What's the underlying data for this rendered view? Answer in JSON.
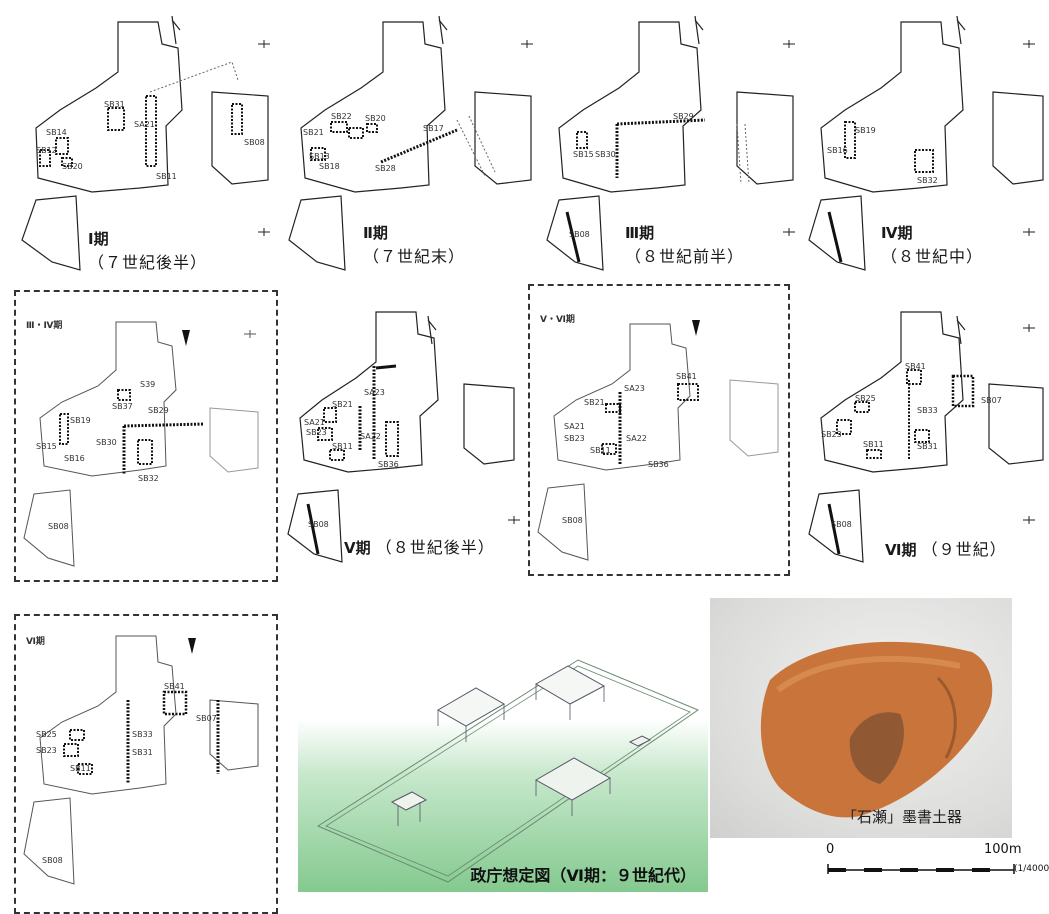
{
  "panels": {
    "p1": {
      "period": "Ⅰ期",
      "range": "（７世紀後半）",
      "labels": [
        "SB31",
        "SA21",
        "SB14",
        "SB12",
        "SB20",
        "SB11",
        "SB08"
      ]
    },
    "p2": {
      "period": "Ⅱ期",
      "range": "（７世紀末）",
      "labels": [
        "SB22",
        "SB21",
        "SB20",
        "SB17",
        "SB13",
        "SB18",
        "SB28"
      ]
    },
    "p3": {
      "period": "Ⅲ期",
      "range": "（８世紀前半）",
      "labels": [
        "SB29",
        "SB15",
        "SB30",
        "SB08"
      ]
    },
    "p4": {
      "period": "Ⅳ期",
      "range": "（８世紀中）",
      "labels": [
        "SB19",
        "SB16",
        "SB32"
      ]
    },
    "p5": {
      "period": "Ⅲ・Ⅳ期",
      "labels": [
        "S39",
        "SB37",
        "SB29",
        "SB19",
        "SB15",
        "SB30",
        "SB16",
        "SB32",
        "SB08"
      ]
    },
    "p6": {
      "period": "Ⅴ期",
      "range": "（８世紀後半）",
      "labels": [
        "SA23",
        "SB21",
        "SA21",
        "SB23",
        "SA22",
        "SB11",
        "SB36",
        "SB08"
      ]
    },
    "p7": {
      "period": "Ⅴ・Ⅵ期",
      "labels": [
        "SB41",
        "SA23",
        "SB21",
        "SA21",
        "SB23",
        "SA22",
        "SB11",
        "SB36",
        "SB08"
      ]
    },
    "p8": {
      "period": "Ⅵ期",
      "range": "（９世紀）",
      "labels": [
        "SB41",
        "SB25",
        "SB23",
        "SB33",
        "SB31",
        "SB11",
        "SB07",
        "SB08"
      ]
    },
    "p9": {
      "period": "Ⅵ期",
      "labels": [
        "SB41",
        "SB25",
        "SB23",
        "SB11",
        "SB33",
        "SB31",
        "SB07",
        "SB08"
      ]
    }
  },
  "reconstruction": {
    "caption": "政庁想定図（Ⅵ期：９世紀代）"
  },
  "photo": {
    "caption": "「石瀬」墨書土器"
  },
  "scalebar": {
    "start": "0",
    "end": "100m",
    "ratio": "(1/4000"
  },
  "colors": {
    "line": "#222222",
    "dot": "#111111",
    "green": "#6fbf7f",
    "pottery": "#c8743a"
  }
}
